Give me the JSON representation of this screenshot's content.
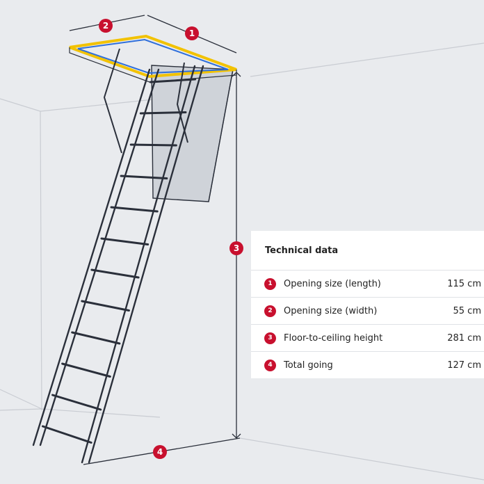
{
  "accent_color": "#c8102e",
  "frame_color": "#f2c200",
  "frame_inner_color": "#2f6fdb",
  "line_color": "#2a2f3a",
  "markers": {
    "m1": "1",
    "m2": "2",
    "m3": "3",
    "m4": "4"
  },
  "table": {
    "title": "Technical data",
    "rows": [
      {
        "num": "1",
        "label": "Opening size (length)",
        "value": "115 cm"
      },
      {
        "num": "2",
        "label": "Opening size (width)",
        "value": "55 cm"
      },
      {
        "num": "3",
        "label": "Floor-to-ceiling height",
        "value": "281 cm"
      },
      {
        "num": "4",
        "label": "Total going",
        "value": "127 cm"
      }
    ]
  }
}
